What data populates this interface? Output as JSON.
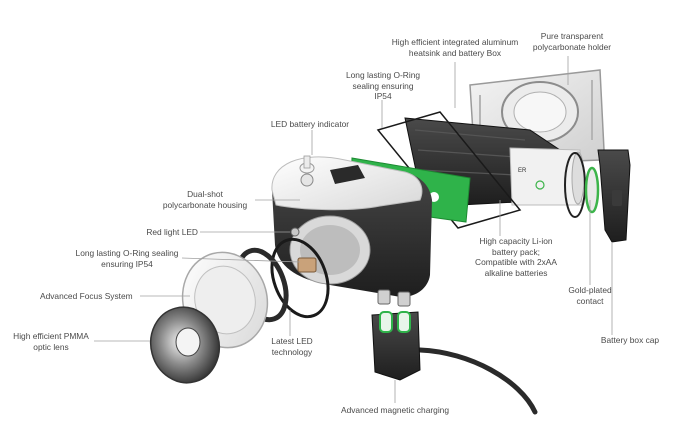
{
  "callouts": {
    "heatsink": [
      "High efficient  integrated aluminum",
      "heatsink and battery Box"
    ],
    "holder": [
      "Pure transparent",
      "polycarbonate holder"
    ],
    "oring_top": [
      "Long lasting  O-Ring",
      "sealing ensuring",
      "IP54"
    ],
    "battery_indicator": [
      "LED battery indicator"
    ],
    "housing": [
      "Dual-shot",
      "polycarbonate housing"
    ],
    "red_led": [
      "Red light LED"
    ],
    "oring_left": [
      "Long lasting  O-Ring sealing",
      "ensuring  IP54"
    ],
    "focus_system": [
      "Advanced Focus System"
    ],
    "lens": [
      "High efficient PMMA",
      "optic lens"
    ],
    "latest_led": [
      "Latest LED",
      "technology"
    ],
    "battery_pack": [
      "High capacity Li-ion",
      "battery pack;",
      "Compatible with 2xAA",
      "alkaline batteries"
    ],
    "gold_contact": [
      "Gold-plated",
      "contact"
    ],
    "battery_cap": [
      "Battery box cap"
    ],
    "charging": [
      "Advanced magnetic charging"
    ]
  },
  "colors": {
    "pcb_green": "#2fb34a",
    "body_dark": "#2b2b2b",
    "text": "#4a4a4a",
    "leader": "#a0a0a0"
  }
}
